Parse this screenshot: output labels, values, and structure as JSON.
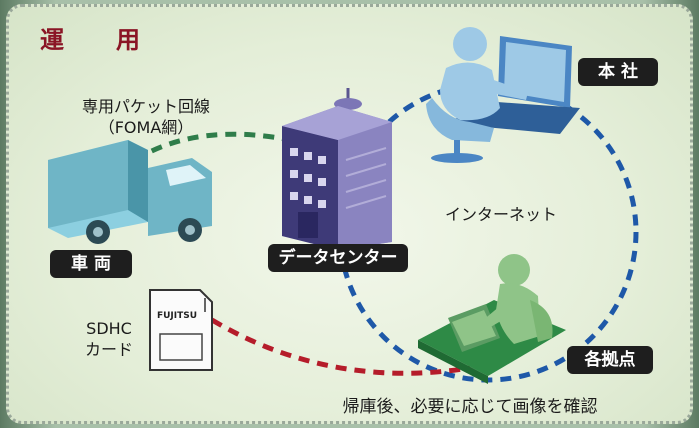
{
  "title": "運　用",
  "badges": {
    "honsha": "本 社",
    "sharyo": "車 両",
    "datacenter": "データセンター",
    "kakukyoten": "各拠点"
  },
  "labels": {
    "packet_line1": "専用パケット回線",
    "packet_line2": "（FOMA網）",
    "internet": "インターネット",
    "sdhc_line1": "SDHC",
    "sdhc_line2": "カード",
    "bottom": "帰庫後、必要に応じて画像を確認"
  },
  "sdcard": {
    "brand": "FUJITSU"
  },
  "colors": {
    "title": "#8a1525",
    "packet_link": "#2f7d4a",
    "internet_link": "#1e58a8",
    "sd_link": "#b51c2a",
    "truck": "#6fb5c6",
    "building": "#6a63a4",
    "person_blue": "#9ec9e6",
    "person_green": "#8fc488"
  }
}
